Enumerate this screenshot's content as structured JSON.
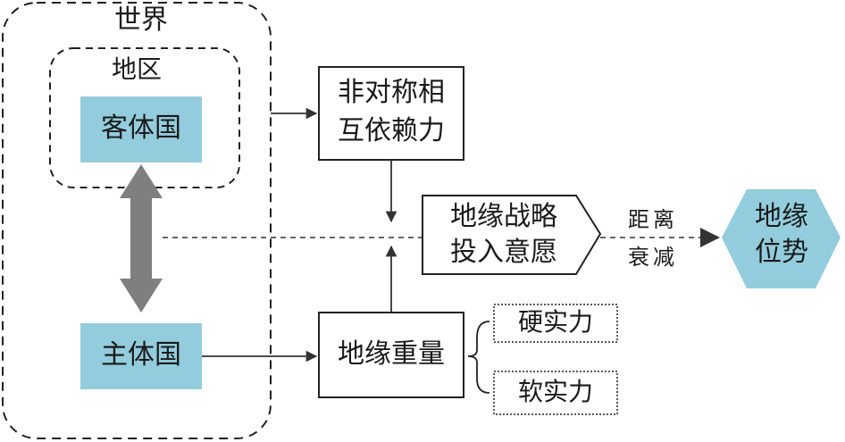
{
  "diagram": {
    "world_label": "世界",
    "region_label": "地区",
    "client_state": "客体国",
    "subject_state": "主体国",
    "asym_line1": "非对称相",
    "asym_line2": "互依赖力",
    "strategy_line1": "地缘战略",
    "strategy_line2": "投入意愿",
    "geo_weight": "地缘重量",
    "hard_power": "硬实力",
    "soft_power": "软实力",
    "decay_line1": "距离",
    "decay_line2": "衰减",
    "result_line1": "地缘",
    "result_line2": "位势"
  },
  "colors": {
    "state_fill": "#93cddd",
    "result_fill": "#93cddd",
    "double_arrow": "#7f7f7f",
    "line": "#333333"
  }
}
